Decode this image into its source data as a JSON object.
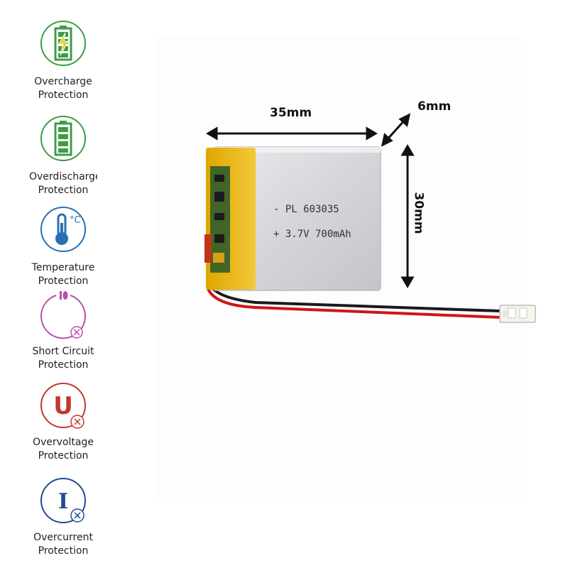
{
  "features": [
    {
      "id": "overcharge",
      "line1": "Overcharge",
      "line2": "Protection",
      "icon": "battery-charging-icon",
      "color": "#3f9b45"
    },
    {
      "id": "overdischarge",
      "line1": "Overdischarge",
      "line2": "Protection",
      "icon": "battery-full-icon",
      "color": "#3f9b45"
    },
    {
      "id": "temperature",
      "line1": "Temperature",
      "line2": "Protection",
      "icon": "thermometer-icon",
      "color": "#2a6fb3"
    },
    {
      "id": "short",
      "line1": "Short Circuit",
      "line2": "Protection",
      "icon": "short-circuit-icon",
      "color": "#b84fb0"
    },
    {
      "id": "overvoltage",
      "line1": "Overvoltage",
      "line2": "Protection",
      "icon": "voltage-icon",
      "color": "#c0392b"
    },
    {
      "id": "overcurrent",
      "line1": "Overcurrent",
      "line2": "Protection",
      "icon": "current-icon",
      "color": "#1f4e8c"
    }
  ],
  "dimensions": {
    "width": "35mm",
    "thickness": "6mm",
    "height": "30mm"
  },
  "battery": {
    "line1": "- PL 603035",
    "line2": "+ 3.7V 700mAh"
  }
}
